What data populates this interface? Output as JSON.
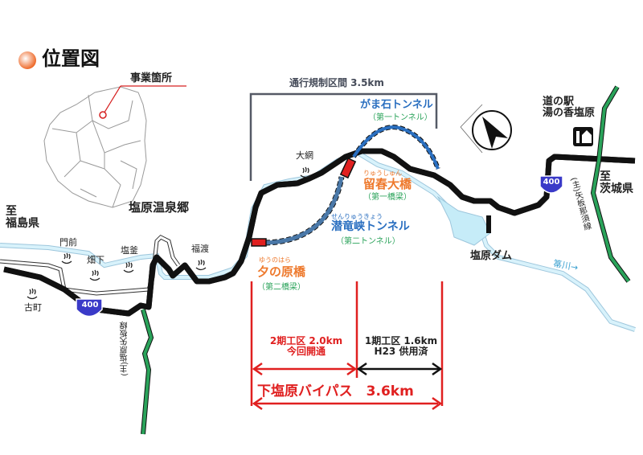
{
  "title": "位置図",
  "inset": {
    "label": "事業箇所",
    "area_label": "塩原温泉郷"
  },
  "places": {
    "fukushima": "至\n福島県",
    "fukushima_1": "至",
    "fukushima_2": "福島県",
    "ibaraki_1": "至",
    "ibaraki_2": "茨城県",
    "kadomae": "門前",
    "hatashita": "畑下",
    "shiogama": "塩釜",
    "fukuwata": "福渡",
    "furumachi": "古町",
    "oami": "大網",
    "dam": "塩原ダム",
    "river": "箒川→",
    "michinoeki_1": "道の駅",
    "michinoeki_2": "湯の香塩原"
  },
  "roads": {
    "route_badge": "400",
    "pref_road_west": "(主)塩原矢板線",
    "pref_road_east": "(主)矢板那須線"
  },
  "restriction": {
    "label": "通行規制区間 3.5km"
  },
  "structures": {
    "gamaishi": {
      "name": "がま石トンネル",
      "sub": "（第一トンネル）"
    },
    "ryushun": {
      "ruby": "りゅうしゅん",
      "name": "留春大橋",
      "sub": "（第一橋梁）"
    },
    "senryukyo": {
      "ruby": "せんりゅうきょう",
      "name": "潜竜峡トンネル",
      "sub": "（第二トンネル）"
    },
    "yunohara": {
      "ruby": "ゆうのはら",
      "name": "夕の原橋",
      "sub": "（第二橋梁）"
    }
  },
  "sections": {
    "phase2_1": "2期工区 2.0km",
    "phase2_2": "今回開通",
    "phase1_1": "1期工区 1.6km",
    "phase1_2": "H23 供用済",
    "bypass": "下塩原バイパス　3.6km"
  },
  "colors": {
    "road": "#f5ea2a",
    "tunnel": "#2a6fc0",
    "river": "#c6ecf8",
    "pref_road": "#2aa35a",
    "accent": "#e02020",
    "label_orange": "#ee7a2e"
  }
}
